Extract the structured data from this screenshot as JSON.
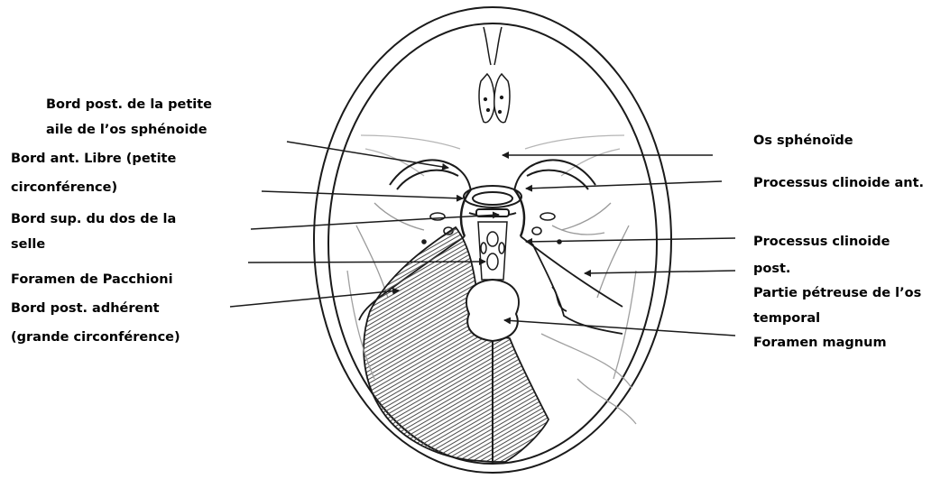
{
  "left_labels": {
    "bord_post_petite_aile_1": "Bord post. de la petite",
    "bord_post_petite_aile_2": "aile de l’os sphénoide",
    "bord_ant_libre_1": "Bord ant. Libre (petite",
    "bord_ant_libre_2": "circonférence)",
    "bord_sup_dos_selle_1": "Bord sup. du dos de la",
    "bord_sup_dos_selle_2": "selle",
    "foramen_pacchioni": "Foramen de Pacchioni",
    "bord_post_adherent_1": "Bord post. adhérent",
    "bord_post_adherent_2": "(grande circonférence)"
  },
  "right_labels": {
    "os_sphenoide": "Os sphénoïde",
    "processus_clinoide_ant": "Processus clinoide ant.",
    "processus_clinoide_post_1": "Processus clinoide",
    "processus_clinoide_post_2": "post.",
    "partie_petreuse_1": "Partie pétreuse de l’os",
    "partie_petreuse_2": "temporal",
    "foramen_magnum": "Foramen magnum"
  },
  "colors": {
    "line": "#1a1a1a",
    "hatch": "#555555",
    "background": "#ffffff"
  }
}
